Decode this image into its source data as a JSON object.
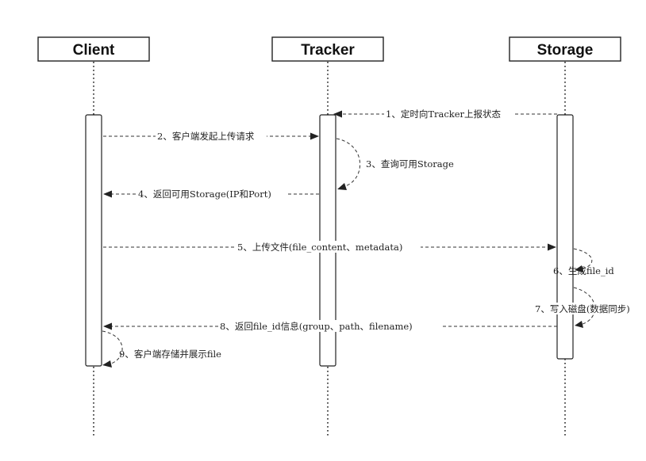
{
  "participants": [
    {
      "id": "client",
      "label": "Client"
    },
    {
      "id": "tracker",
      "label": "Tracker"
    },
    {
      "id": "storage",
      "label": "Storage"
    }
  ],
  "messages": [
    {
      "id": "m1",
      "text": "1、定时向Tracker上报状态",
      "from": "storage",
      "to": "tracker",
      "kind": "straight"
    },
    {
      "id": "m2",
      "text": "2、客户端发起上传请求",
      "from": "client",
      "to": "tracker",
      "kind": "straight"
    },
    {
      "id": "m3",
      "text": "3、查询可用Storage",
      "from": "tracker",
      "to": "tracker",
      "kind": "self"
    },
    {
      "id": "m4",
      "text": "4、返回可用Storage(IP和Port)",
      "from": "tracker",
      "to": "client",
      "kind": "straight"
    },
    {
      "id": "m5",
      "text": "5、上传文件(file_content、metadata)",
      "from": "client",
      "to": "storage",
      "kind": "straight"
    },
    {
      "id": "m6",
      "text": "6、生成file_id",
      "from": "storage",
      "to": "storage",
      "kind": "self"
    },
    {
      "id": "m7",
      "text": "7、写入磁盘(数据同步)",
      "from": "storage",
      "to": "storage",
      "kind": "self"
    },
    {
      "id": "m8",
      "text": "8、返回file_id信息(group、path、filename)",
      "from": "storage",
      "to": "client",
      "kind": "straight"
    },
    {
      "id": "m9",
      "text": "9、客户端存储并展示file",
      "from": "client",
      "to": "client",
      "kind": "self"
    }
  ]
}
